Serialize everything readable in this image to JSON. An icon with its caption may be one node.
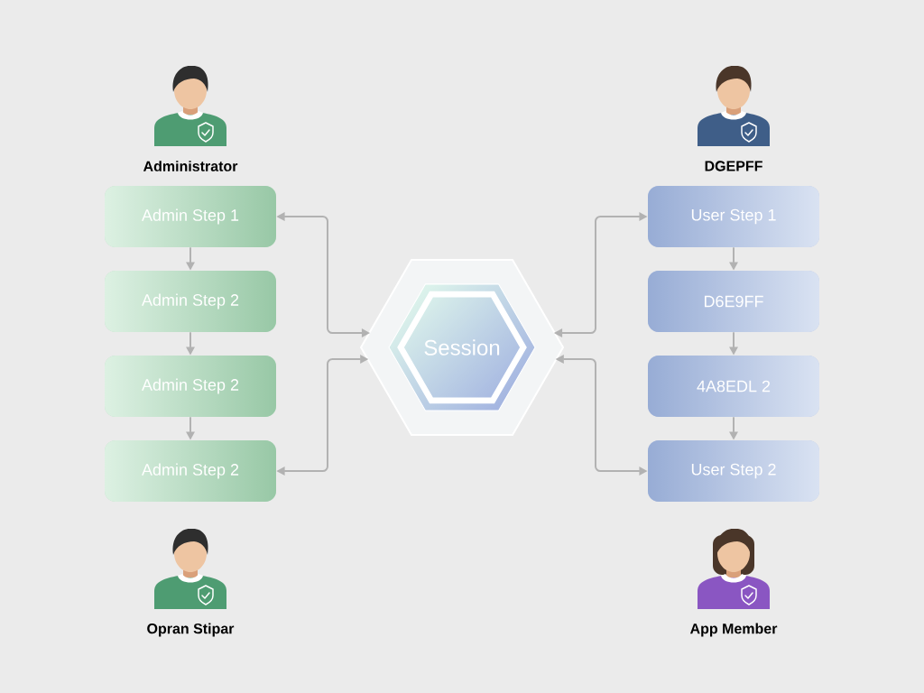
{
  "diagram": {
    "nodes": [
      {
        "text": [
          "Admin Step 1"
        ]
      },
      {
        "text": [
          "Admin Step 2"
        ]
      },
      {
        "text": [
          "Admin Step 2"
        ]
      },
      {
        "text": [
          "Admin Step 2"
        ]
      },
      {
        "text": [
          "Session"
        ]
      },
      {
        "text": [
          "User Step 1"
        ]
      },
      {
        "text": [
          "D6E9FF"
        ]
      },
      {
        "text": [
          "4A8EDL 2"
        ]
      },
      {
        "text": [
          "User Step 2"
        ]
      }
    ],
    "edges": [
      {
        "from": 0,
        "to": 1,
        "arrow": "to"
      },
      {
        "from": 1,
        "to": 2,
        "arrow": "to"
      },
      {
        "from": 2,
        "to": 3,
        "arrow": "to"
      },
      {
        "from": 4,
        "to": 0,
        "arrow": "both"
      },
      {
        "from": 4,
        "to": 3,
        "arrow": "both"
      },
      {
        "from": 4,
        "to": 5,
        "arrow": "both"
      },
      {
        "from": 4,
        "to": 8,
        "arrow": "both"
      },
      {
        "from": 5,
        "to": 6,
        "arrow": "to"
      },
      {
        "from": 6,
        "to": 7,
        "arrow": "to"
      },
      {
        "from": 7,
        "to": 8,
        "arrow": "to"
      }
    ],
    "labels": [
      "Administrator",
      "DGEPFF",
      "Opran Stipar",
      "App Member"
    ]
  }
}
